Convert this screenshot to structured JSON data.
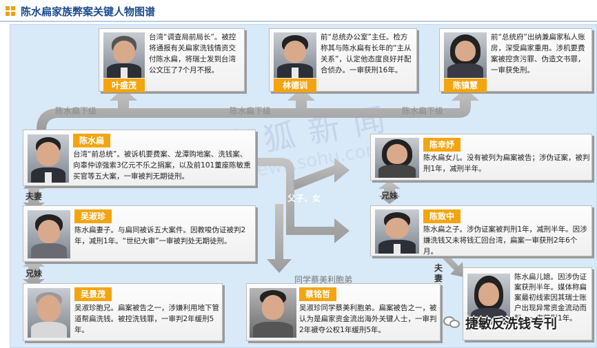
{
  "page": {
    "title": "陈水扁家族弊案关键人物图谱"
  },
  "watermark": {
    "text_cn": "搜狐新闻",
    "text_url": "news.sohu.com"
  },
  "relations": {
    "chen_subordinates": [
      "陈水扁下级",
      "陈水扁下级",
      "陈水扁下级"
    ],
    "spouse": "夫妻",
    "siblings_left": "兄妹",
    "father_son_daughter": "父子、女",
    "classmate_brother": "同学蔡美利胞弟",
    "siblings_right": "兄妹",
    "spouse_right": "夫妻"
  },
  "people": [
    {
      "id": "ye-shengmao",
      "name": "叶盛茂",
      "desc": "台湾“调查局前局长”。被控将通报有关扁家洗钱情资交付陈水扁，将瑞士发到台湾公文压了7个月不报。"
    },
    {
      "id": "lin-dexun",
      "name": "林德训",
      "desc": "前“总统办公室”主任。检方称其与陈水扁有长年的“主从关系”，认定他态度良好并配合侦办。一审获刑16年。"
    },
    {
      "id": "chen-zhenhui",
      "name": "陈镇慧",
      "desc": "前“总统府”出纳兼扁家私人账房，深受扁家重用。涉机要费案被控贪污罪、伪造文书罪，一审获免刑。"
    },
    {
      "id": "chen-shuibian",
      "name": "陈水扁",
      "desc": "台湾“前总统”。被诉机要费案、龙潭购地案、洗钱案、向辜仲谅强索3亿元不乐之捐案，以及前101董座陈敏熏买官等五大案，一审被判无期徒刑。"
    },
    {
      "id": "wu-shuzhen",
      "name": "吴淑珍",
      "desc": "陈水扁妻子。与扁同被诉五大案件。因教唆伪证被判2年，减刑1年。“世纪大审”一审被判处无期徒刑。"
    },
    {
      "id": "wu-jingmao",
      "name": "吴景茂",
      "desc": "吴淑珍胞兄。扁案被告之一，涉嫌利用地下管道帮扁洗钱。被控洗钱罪，一审判2年缓刑5年。"
    },
    {
      "id": "cai-mingzhe",
      "name": "蔡铭哲",
      "desc": "吴淑珍同学蔡美利胞弟。扁案被告之一，被认为是扁家资金流出海外关键人士，一审判2年褫夺公权1年缓刑5年。"
    },
    {
      "id": "chen-xingyu",
      "name": "陈幸妤",
      "desc": "陈水扁女儿。没有被列为扁案被告；涉伪证案，被判刑1年，减刑半年。"
    },
    {
      "id": "chen-zhizhong",
      "name": "陈致中",
      "desc": "陈水扁之子。涉伪证案被判刑1年，减刑半年。因涉嫌洗钱又未将钱汇回台湾，扁案一审获刑2年6个月。"
    },
    {
      "id": "huang-ruijing",
      "name": "",
      "desc": "陈水扁儿媳。因涉伪证案获刑半年。媒体称扁案最初线索因其瑞士账户出现异常资金流动而起，一审获刑1年。"
    }
  ],
  "footer": {
    "text": "捷敏反洗钱专刊",
    "icon": "wechat-icon"
  },
  "colors": {
    "accent": "#f3a510",
    "arrow": "#a9a9a9",
    "background": "#d8e9f8",
    "title": "#1d4b8f"
  }
}
